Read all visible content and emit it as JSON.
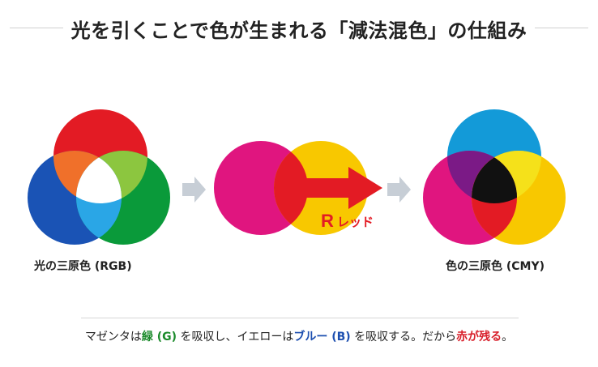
{
  "title": "光を引くことで色が生まれる「減法混色」の仕組み",
  "left_caption": "光の三原色 (RGB)",
  "right_caption": "色の三原色 (CMY)",
  "arrow_label": "レッド",
  "arrow_label_letter": "R",
  "explanation": {
    "p1": "マゼンタは",
    "green": "緑 (G)",
    "p2": " を吸収し、イエローは",
    "blue": "ブルー (B)",
    "p3": " を吸収する。だから",
    "red": "赤が残る",
    "p4": "。"
  },
  "colors": {
    "red": "#e31b24",
    "green": "#0a9a3a",
    "blue": "#1a53b5",
    "cyan": "#139ad8",
    "magenta": "#e0157f",
    "yellow": "#f8c800",
    "arrow_gray": "#c7ced6"
  }
}
